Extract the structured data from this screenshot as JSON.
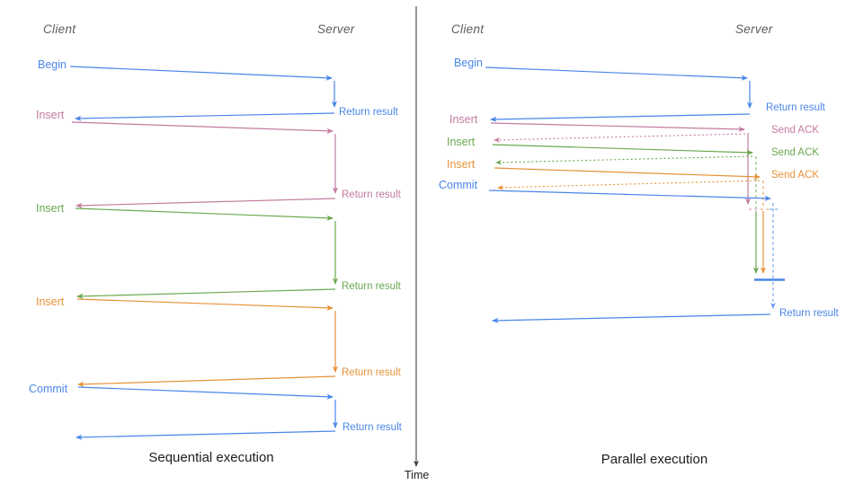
{
  "palette": {
    "blue": "#4a86e8",
    "pink": "#c27ba0",
    "green": "#6aa84f",
    "orange": "#e69138",
    "axis": "#3d3d3d",
    "role_text": "#5b5b5b"
  },
  "time_axis": {
    "label": "Time"
  },
  "left": {
    "caption": "Sequential execution",
    "client": "Client",
    "server": "Server",
    "ops": [
      {
        "label": "Begin",
        "color": "#4a86e8",
        "result": "Return result"
      },
      {
        "label": "Insert",
        "color": "#c27ba0",
        "result": "Return result"
      },
      {
        "label": "Insert",
        "color": "#6aa84f",
        "result": "Return result"
      },
      {
        "label": "Insert",
        "color": "#e69138",
        "result": "Return result"
      },
      {
        "label": "Commit",
        "color": "#4a86e8",
        "result": "Return result"
      }
    ]
  },
  "right": {
    "caption": "Parallel execution",
    "client": "Client",
    "server": "Server",
    "ops": [
      {
        "label": "Begin",
        "color": "#4a86e8",
        "result": "Return result"
      },
      {
        "label": "Insert",
        "color": "#c27ba0",
        "result": "Send ACK"
      },
      {
        "label": "Insert",
        "color": "#6aa84f",
        "result": "Send ACK"
      },
      {
        "label": "Insert",
        "color": "#e69138",
        "result": "Send ACK"
      },
      {
        "label": "Commit",
        "color": "#4a86e8",
        "result": "Return result"
      }
    ]
  }
}
